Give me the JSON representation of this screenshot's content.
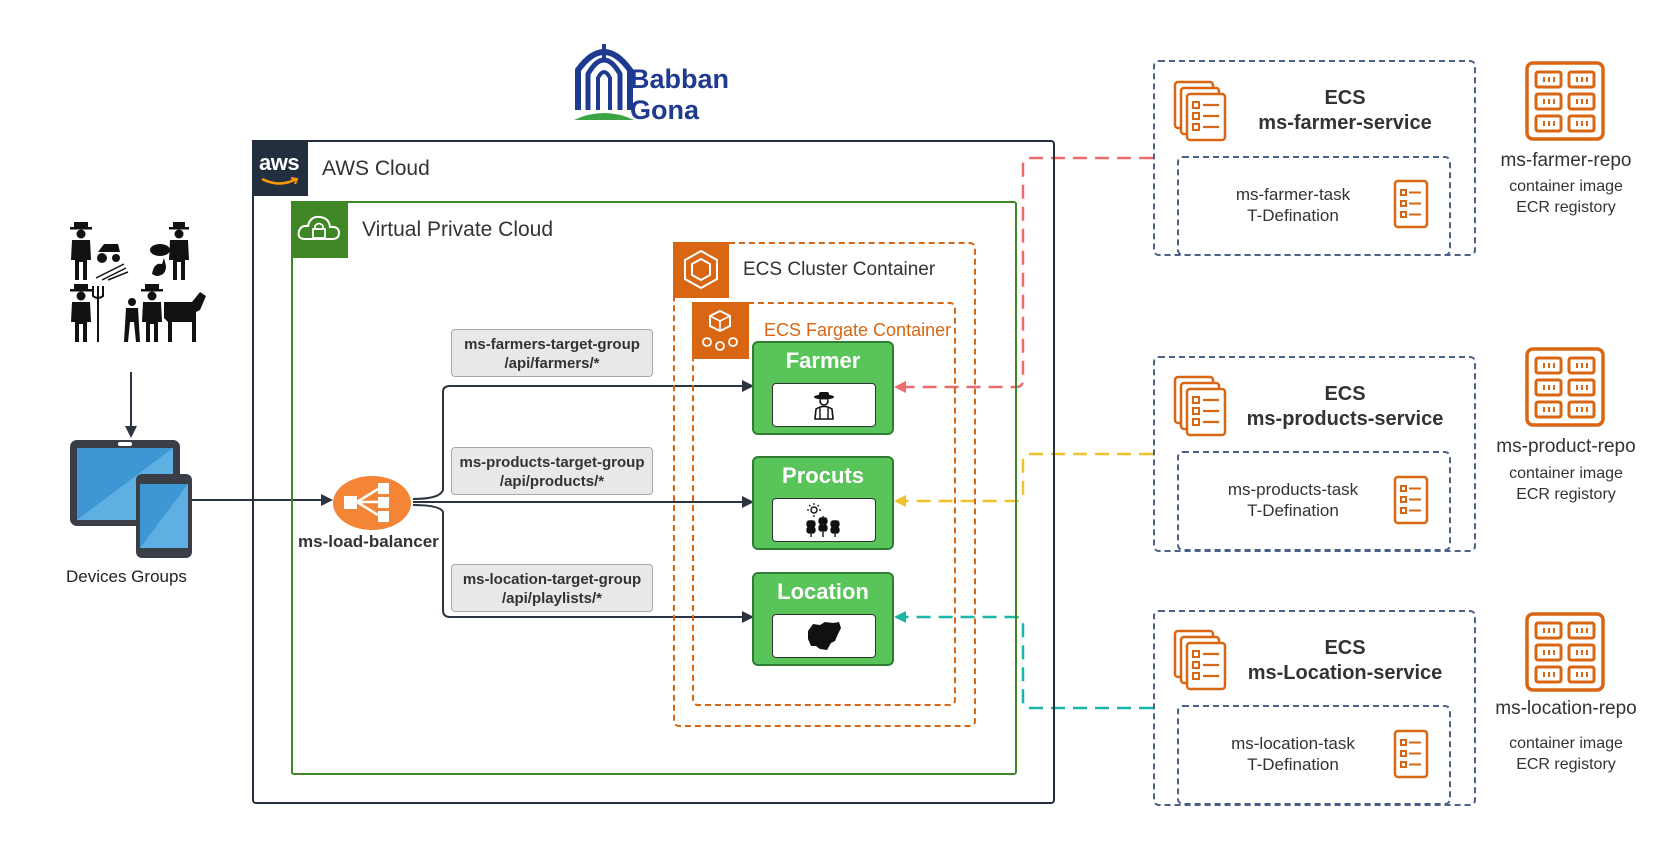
{
  "logo": {
    "line1": "Babban",
    "line2": "Gona"
  },
  "aws_cloud": {
    "badge": "aws",
    "label": "AWS Cloud"
  },
  "vpc": {
    "label": "Virtual Private Cloud"
  },
  "ecs_cluster": {
    "label": "ECS Cluster Container"
  },
  "ecs_fargate": {
    "label": "ECS Fargate Container"
  },
  "services": [
    {
      "name": "Farmer",
      "icon": "farmer-icon"
    },
    {
      "name": "Procuts",
      "icon": "crops-icon"
    },
    {
      "name": "Location",
      "icon": "nigeria-map-icon"
    }
  ],
  "target_groups": [
    {
      "name": "ms-farmers-target-group",
      "path": "/api/farmers/*"
    },
    {
      "name": "ms-products-target-group",
      "path": "/api/products/*"
    },
    {
      "name": "ms-location-target-group",
      "path": "/api/playlists/*"
    }
  ],
  "load_balancer": {
    "label": "ms-load-balancer"
  },
  "devices": {
    "label": "Devices Groups"
  },
  "ecs_services": [
    {
      "title": "ECS",
      "name": "ms-farmer-service",
      "task": "ms-farmer-task",
      "task_def": "T-Defination",
      "repo": "ms-farmer-repo",
      "repo_sub1": "container image",
      "repo_sub2": "ECR registory",
      "link_color": "#ec6b6b"
    },
    {
      "title": "ECS",
      "name": "ms-products-service",
      "task": "ms-products-task",
      "task_def": "T-Defination",
      "repo": "ms-product-repo",
      "repo_sub1": "container image",
      "repo_sub2": "ECR registory",
      "link_color": "#f2c12e"
    },
    {
      "title": "ECS",
      "name": "ms-Location-service",
      "task": "ms-location-task",
      "task_def": "T-Defination",
      "repo": "ms-location-repo",
      "repo_sub1": "container image",
      "repo_sub2": "ECR registory",
      "link_color": "#1ab5a4"
    }
  ],
  "colors": {
    "aws_dark": "#232f3e",
    "vpc_green": "#3f8624",
    "ecs_orange": "#d86613",
    "service_green": "#59c45a",
    "ecs_dashed": "#4a6286"
  }
}
